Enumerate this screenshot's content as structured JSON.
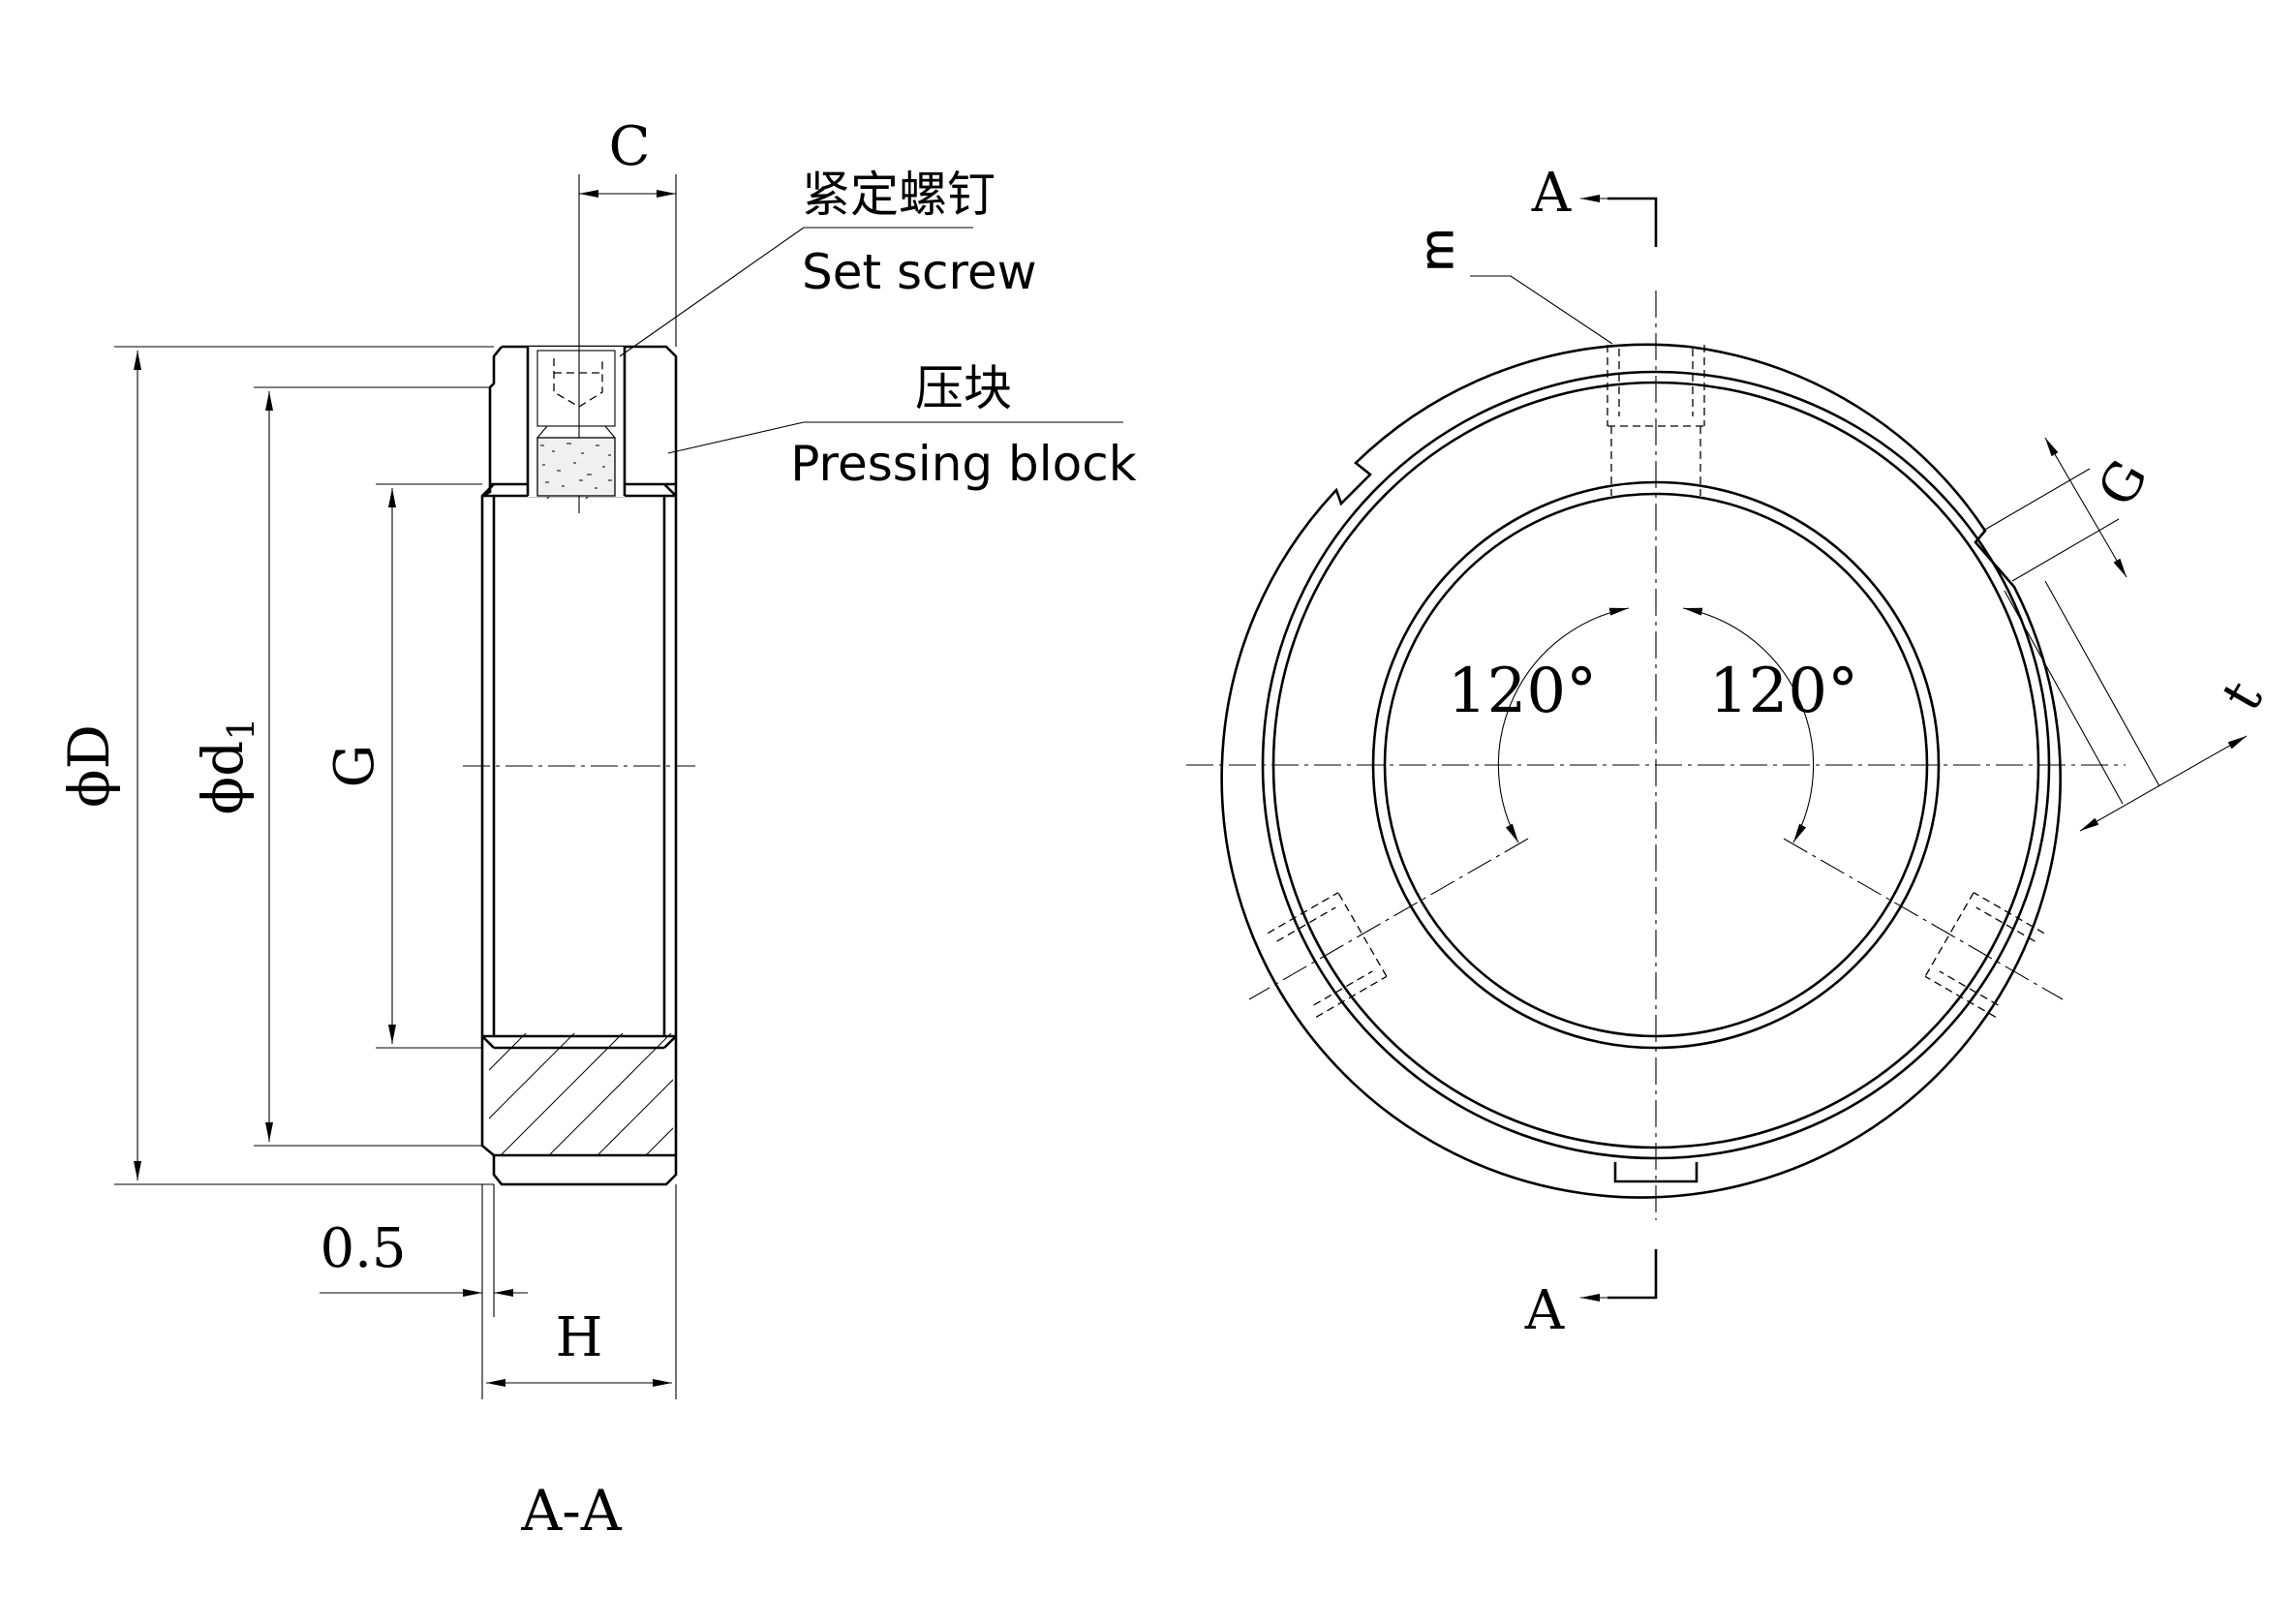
{
  "section_view": {
    "dim_C": "C",
    "dim_phiD": "ϕD",
    "dim_phid1_main": "ϕd",
    "dim_phid1_sub": "1",
    "dim_G": "G",
    "dim_offset": "0.5",
    "dim_H": "H",
    "section_label": "A-A",
    "callout_set_screw_cn": "紧定螺钉",
    "callout_set_screw_en": "Set screw",
    "callout_pressing_block_cn": "压块",
    "callout_pressing_block_en": "Pressing block"
  },
  "front_view": {
    "section_mark_top": "A",
    "section_mark_bottom": "A",
    "dim_m": "m",
    "dim_G": "G",
    "dim_t": "t",
    "angle_left": "120°",
    "angle_right": "120°"
  }
}
